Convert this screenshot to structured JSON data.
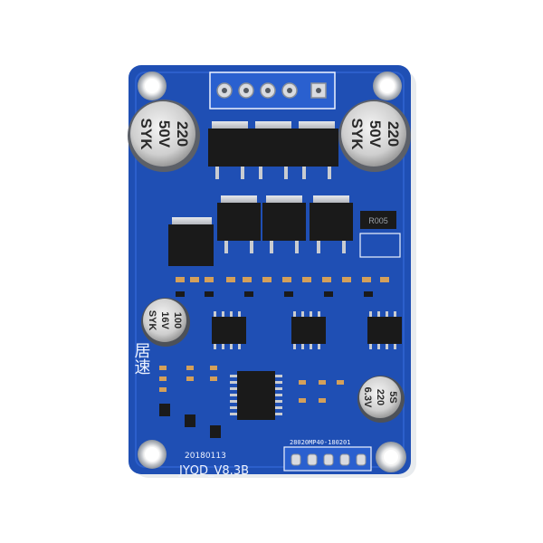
{
  "board": {
    "model_label": "JYQD_V8.3B",
    "date_code": "20180113",
    "part_code": "28020MP40-180201",
    "shunt_label": "R005",
    "chinese_logo": "居速"
  },
  "capacitors": {
    "large_left": {
      "line1": "220",
      "line2": "50V",
      "line3": "SYK"
    },
    "large_right": {
      "line1": "220",
      "line2": "50V",
      "line3": "SYK"
    },
    "small_left": {
      "line1": "100",
      "line2": "16V",
      "line3": "SYK"
    },
    "small_right": {
      "line1": "5S",
      "line2": "220",
      "line3": "6.3V"
    }
  },
  "colors": {
    "pcb": "#1f4fb4",
    "pcb_dark": "#173f94",
    "silkscreen": "#eef3ff",
    "metal": "#c9ccd1",
    "ic_body": "#1a1a1a",
    "background": "#ffffff"
  }
}
